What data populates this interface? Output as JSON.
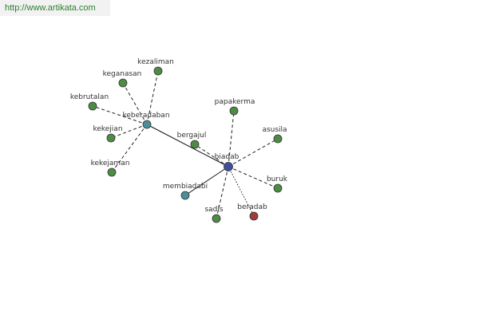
{
  "watermark": {
    "text": "http://www.artikata.com"
  },
  "colors": {
    "watermark_text": "#2e7d32",
    "center_node": "#3f4f9b",
    "hub_node": "#4a8f9b",
    "leaf_node": "#4e8b45",
    "highlight_node": "#a33b3b"
  },
  "graph": {
    "nodes": [
      {
        "id": "biadab",
        "label": "biadab",
        "kind": "center"
      },
      {
        "id": "keberadaban",
        "label": "keberadaban",
        "kind": "hub"
      },
      {
        "id": "membiadabi",
        "label": "membiadabi",
        "kind": "hub"
      },
      {
        "id": "bergajul",
        "label": "bergajul",
        "kind": "leaf"
      },
      {
        "id": "papakerma",
        "label": "papakerma",
        "kind": "leaf"
      },
      {
        "id": "asusila",
        "label": "asusila",
        "kind": "leaf"
      },
      {
        "id": "buruk",
        "label": "buruk",
        "kind": "leaf"
      },
      {
        "id": "beradab",
        "label": "beradab",
        "kind": "highlight"
      },
      {
        "id": "sadis",
        "label": "sadis",
        "kind": "leaf"
      },
      {
        "id": "kezaliman",
        "label": "kezaliman",
        "kind": "leaf"
      },
      {
        "id": "keganasan",
        "label": "keganasan",
        "kind": "leaf"
      },
      {
        "id": "kebrutalan",
        "label": "kebrutalan",
        "kind": "leaf"
      },
      {
        "id": "kekejian",
        "label": "kekejian",
        "kind": "leaf"
      },
      {
        "id": "kekejaman",
        "label": "kekejaman",
        "kind": "leaf"
      }
    ],
    "edges": [
      {
        "from": "biadab",
        "to": "keberadaban",
        "style": "solid"
      },
      {
        "from": "biadab",
        "to": "membiadabi",
        "style": "solid"
      },
      {
        "from": "biadab",
        "to": "bergajul",
        "style": "dashed"
      },
      {
        "from": "biadab",
        "to": "papakerma",
        "style": "dashed"
      },
      {
        "from": "biadab",
        "to": "asusila",
        "style": "dashed"
      },
      {
        "from": "biadab",
        "to": "buruk",
        "style": "dashed"
      },
      {
        "from": "biadab",
        "to": "beradab",
        "style": "dotted"
      },
      {
        "from": "biadab",
        "to": "sadis",
        "style": "dashed"
      },
      {
        "from": "keberadaban",
        "to": "kezaliman",
        "style": "dashed"
      },
      {
        "from": "keberadaban",
        "to": "keganasan",
        "style": "dashed"
      },
      {
        "from": "keberadaban",
        "to": "kebrutalan",
        "style": "dashed"
      },
      {
        "from": "keberadaban",
        "to": "kekejian",
        "style": "dashed"
      },
      {
        "from": "keberadaban",
        "to": "kekejaman",
        "style": "dashed"
      }
    ]
  }
}
